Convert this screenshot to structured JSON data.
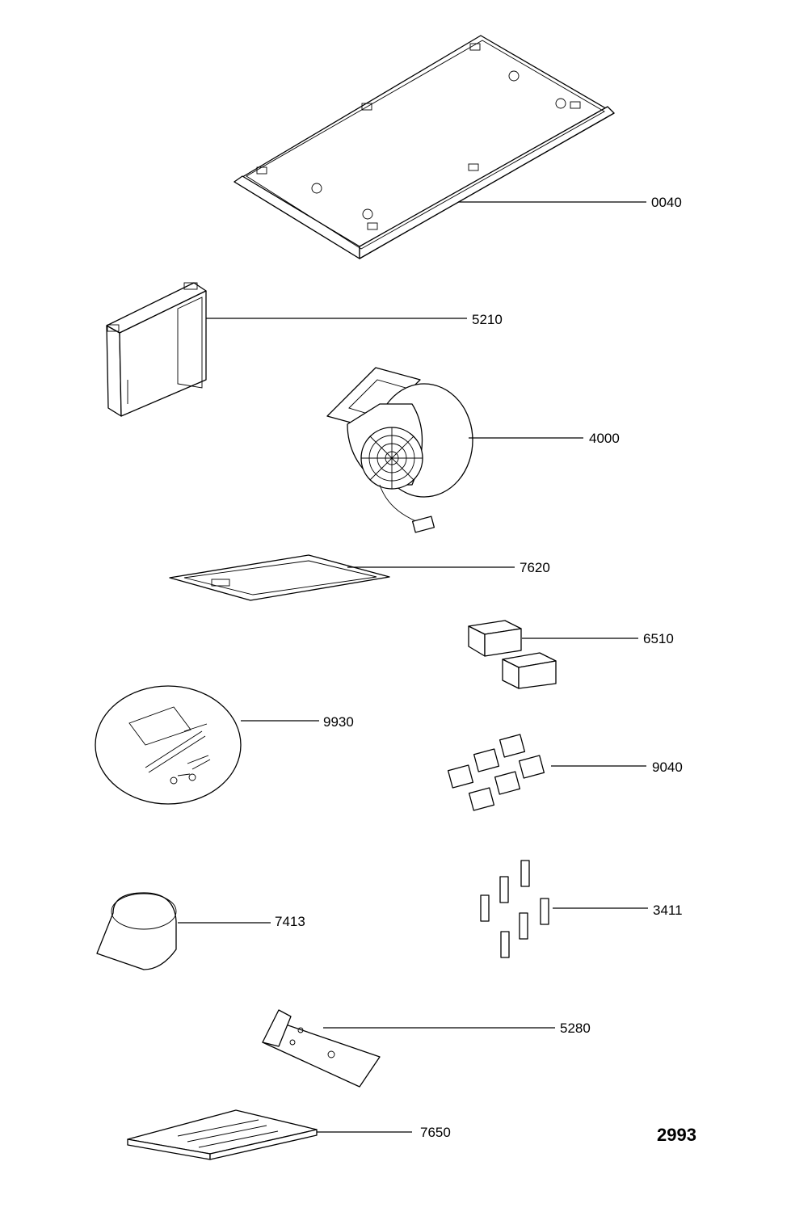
{
  "diagram_ref": "2993",
  "parts": [
    {
      "id": "hood-panel",
      "label": "0040"
    },
    {
      "id": "control-box",
      "label": "5210"
    },
    {
      "id": "blower-motor",
      "label": "4000"
    },
    {
      "id": "grease-filter",
      "label": "7620"
    },
    {
      "id": "carbon-filters",
      "label": "6510"
    },
    {
      "id": "clips",
      "label": "9040"
    },
    {
      "id": "hardware-kit",
      "label": "9930"
    },
    {
      "id": "spacers",
      "label": "3411"
    },
    {
      "id": "duct-cover",
      "label": "7413"
    },
    {
      "id": "bracket",
      "label": "5280"
    },
    {
      "id": "plate",
      "label": "7650"
    }
  ]
}
